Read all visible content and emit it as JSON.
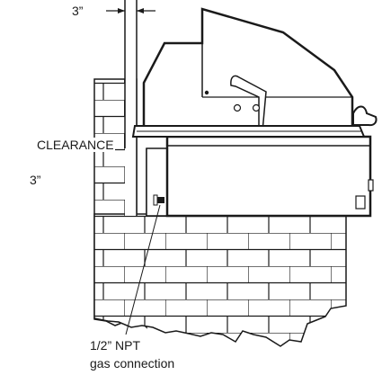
{
  "labels": {
    "clearance_top": "3”",
    "clearance": "CLEARANCE",
    "clearance_side": "3”",
    "gas_line1": "1/2” NPT",
    "gas_line2": "gas connection"
  },
  "colors": {
    "stroke": "#1a1a1a",
    "background": "#ffffff"
  }
}
